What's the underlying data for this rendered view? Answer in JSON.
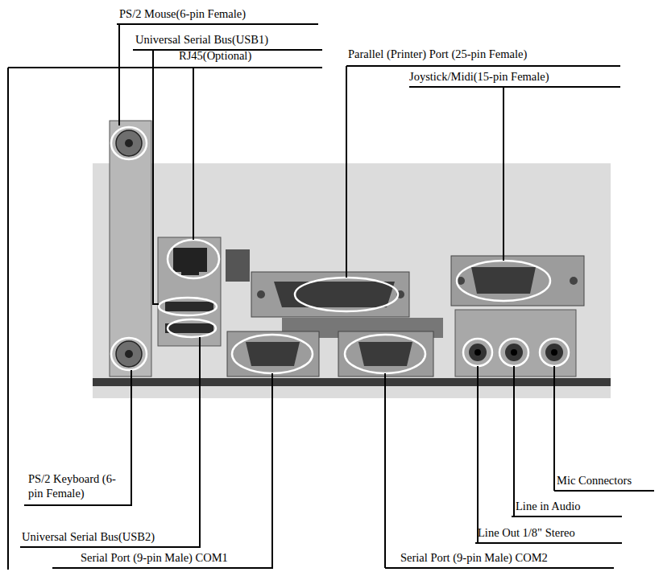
{
  "diagram": {
    "labels": [
      "PS/2 Mouse(6-pin Female)",
      "Universal Serial Bus(USB1)",
      "RJ45(Optional)",
      "Parallel (Printer) Port (25-pin Female)",
      "Joystick/Midi(15-pin Female)",
      "PS/2 Keyboard (6-pin Female)",
      "Mic Connectors",
      "Line in Audio",
      "Universal Serial Bus(USB2)",
      "Line Out 1/8\" Stereo",
      "Serial Port (9-pin Male) COM1",
      "Serial Port (9-pin Male) COM2"
    ]
  }
}
